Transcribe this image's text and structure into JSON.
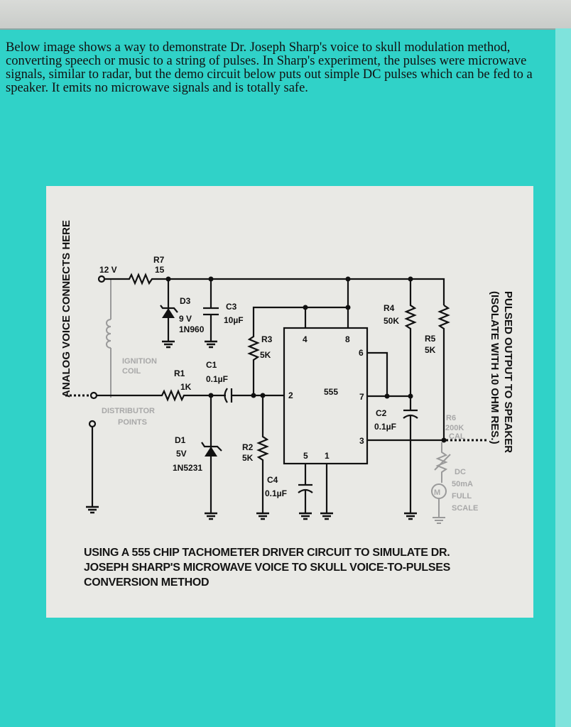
{
  "intro_text": "Below image shows a way to demonstrate Dr. Joseph Sharp's voice to skull modulation method, converting speech or music to a string of pulses.  In Sharp's experiment, the pulses were microwave signals, similar to radar, but the demo circuit below puts out simple DC pulses which can be fed to a speaker.  It emits no microwave signals and is totally safe.",
  "diagram": {
    "left_label": "ANALOG VOICE CONNECTS HERE",
    "right_label_1": "PULSED OUTPUT TO SPEAKER",
    "right_label_2": "(ISOLATE WITH 10 OHM RES.)",
    "supply": "12 V",
    "r7": "R7",
    "r7_val": "15",
    "d3": "D3",
    "d3_v": "9 V",
    "d3_part": "1N960",
    "c3": "C3",
    "c3_val": "10µF",
    "ignition_1": "IGNITION",
    "ignition_2": "COIL",
    "r1": "R1",
    "r1_val": "1K",
    "c1": "C1",
    "c1_val": "0.1µF",
    "r3": "R3",
    "r3_val": "5K",
    "distributor_1": "DISTRIBUTOR",
    "distributor_2": "POINTS",
    "d1": "D1",
    "d1_v": "5V",
    "d1_part": "1N5231",
    "r2": "R2",
    "r2_val": "5K",
    "c4": "C4",
    "c4_val": "0.1µF",
    "chip": "555",
    "pin2": "2",
    "pin3": "3",
    "pin4": "4",
    "pin5": "5",
    "pin6": "6",
    "pin7": "7",
    "pin8": "8",
    "pin1": "1",
    "r4": "R4",
    "r4_val": "50K",
    "r5": "R5",
    "r5_val": "5K",
    "c2": "C2",
    "c2_val": "0.1µF",
    "r6": "R6",
    "r6_val": "200K",
    "r6_cal": "CAL",
    "meter": "M",
    "meter_1": "DC",
    "meter_2": "50mA",
    "meter_3": "FULL",
    "meter_4": "SCALE"
  },
  "caption": "USING A 555 CHIP TACHOMETER DRIVER CIRCUIT TO SIMULATE DR. JOSEPH SHARP'S MICROWAVE VOICE TO SKULL VOICE-TO-PULSES CONVERSION METHOD"
}
